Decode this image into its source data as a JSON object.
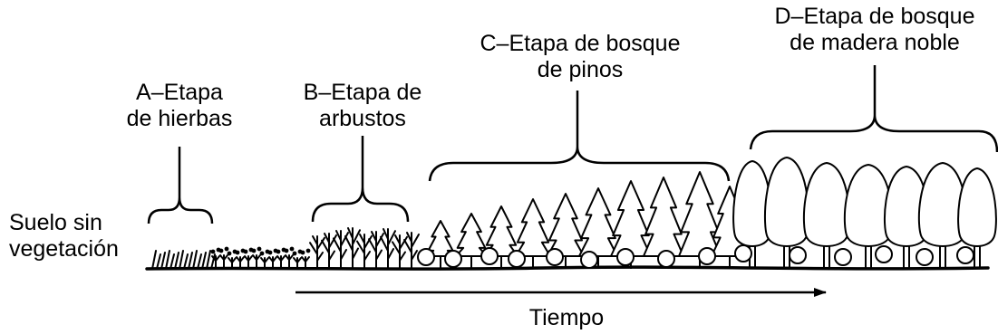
{
  "colors": {
    "ink": "#000000",
    "background": "#ffffff"
  },
  "bare_ground": {
    "line1": "Suelo sin",
    "line2": "vegetación"
  },
  "stages": [
    {
      "id": "A",
      "line1": "A–Etapa",
      "line2": "de hierbas",
      "vegetation": "grass"
    },
    {
      "id": "B",
      "line1": "B–Etapa de",
      "line2": "arbustos",
      "vegetation": "shrubs"
    },
    {
      "id": "C",
      "line1": "C–Etapa de bosque",
      "line2": "de pinos",
      "vegetation": "pine-forest"
    },
    {
      "id": "D",
      "line1": "D–Etapa de bosque",
      "line2": "de madera noble",
      "vegetation": "hardwood-forest"
    }
  ],
  "time_axis": {
    "label": "Tiempo",
    "direction": "left-to-right"
  }
}
